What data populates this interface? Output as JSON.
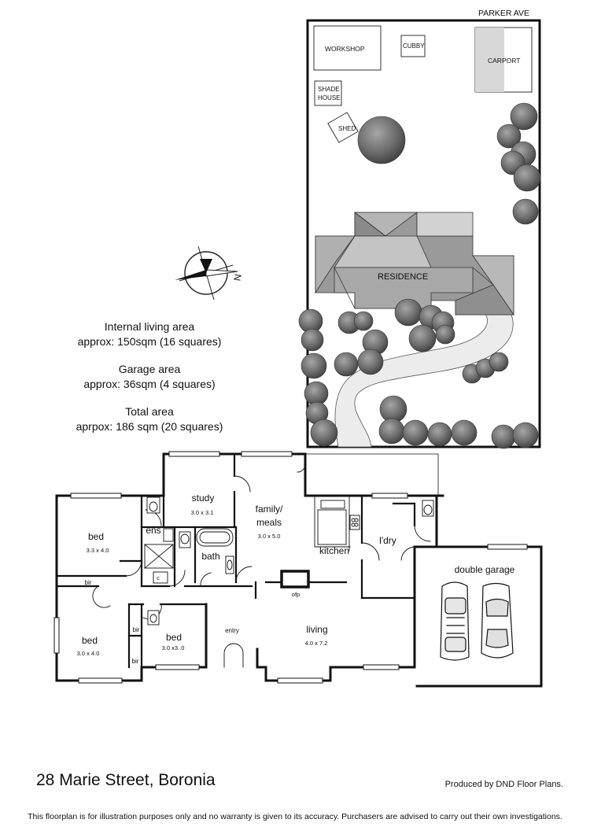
{
  "site": {
    "street": "PARKER AVE",
    "buildings": {
      "workshop": "WORKSHOP",
      "cubby": "CUBBY",
      "carport": "CARPORT",
      "shade_house_line1": "SHADE",
      "shade_house_line2": "HOUSE",
      "shed": "SHED",
      "residence": "RESIDENCE"
    },
    "compass_label": "N"
  },
  "areas": {
    "internal_title": "Internal living area",
    "internal_value": "approx: 150sqm (16 squares)",
    "garage_title": "Garage area",
    "garage_value": "approx: 36sqm (4 squares)",
    "total_title": "Total area",
    "total_value": "aprpox: 186 sqm (20 squares)"
  },
  "rooms": {
    "study": {
      "name": "study",
      "size": "3.0 x 3.1"
    },
    "family": {
      "name_line1": "family/",
      "name_line2": "meals",
      "size": "3.0 x 5.0"
    },
    "bed1": {
      "name": "bed",
      "size": "3.3 x 4.0"
    },
    "ens": {
      "name": "ens"
    },
    "bath": {
      "name": "bath"
    },
    "kitchen": {
      "name": "kitchen"
    },
    "laundry": {
      "name": "l'dry"
    },
    "garage": {
      "name": "double garage"
    },
    "bir1": {
      "name": "bir"
    },
    "c": {
      "name": "c"
    },
    "ofp": {
      "name": "ofp"
    },
    "bed2": {
      "name": "bed",
      "size": "3.0 x 4.0"
    },
    "bir2": {
      "name": "bir"
    },
    "bir3": {
      "name": "bir"
    },
    "bed3": {
      "name": "bed",
      "size": "3.0 x3 .0"
    },
    "entry": {
      "name": "entry"
    },
    "living": {
      "name": "living",
      "size": "4.0 x 7.2"
    }
  },
  "address": "28 Marie Street, Boronia",
  "producer": "Produced by DND Floor Plans.",
  "disclaimer": "This floorplan is for illustration purposes only and no warranty is given to its accuracy. Purchasers are advised to carry out their own investigations.",
  "colors": {
    "roof": "#9a9a9a",
    "roof_light": "#c4c4c4",
    "tree": "#6e6e6e",
    "driveway": "#ececec",
    "carport": "#d8d8d8"
  }
}
